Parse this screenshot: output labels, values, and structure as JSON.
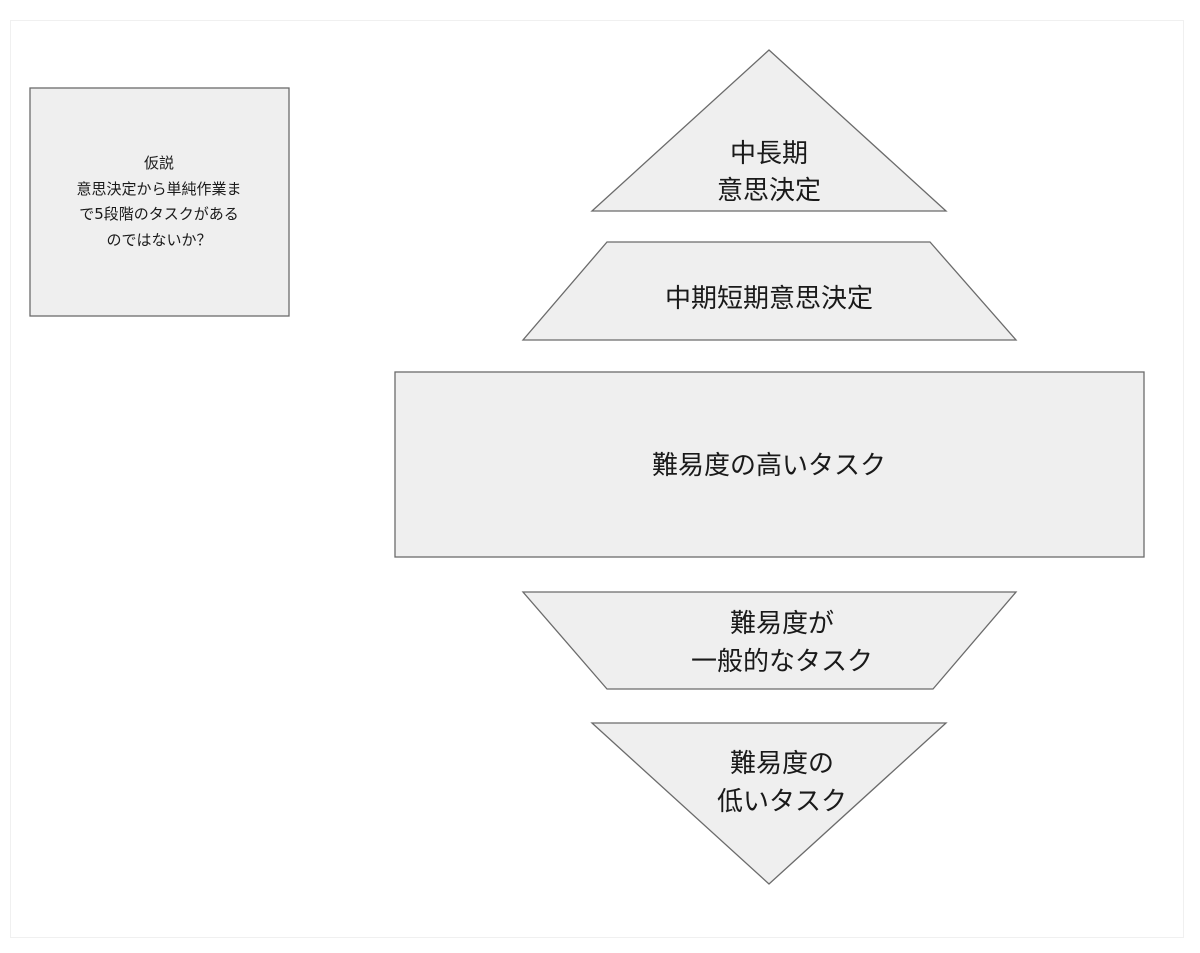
{
  "hypothesis": {
    "title": "仮説",
    "line1": "意思決定から単純作業ま",
    "line2": "で5段階のタスクがある",
    "line3": "のではないか？"
  },
  "levels": [
    {
      "line1": "中長期",
      "line2": "意思決定"
    },
    {
      "line1": "中期短期意思決定"
    },
    {
      "line1": "難易度の高いタスク"
    },
    {
      "line1": "難易度が",
      "line2": "一般的なタスク"
    },
    {
      "line1": "難易度の",
      "line2": "低いタスク"
    }
  ],
  "colors": {
    "shape_fill": "#efefef",
    "shape_stroke": "#6b6b6b",
    "text": "#1a1a1a"
  }
}
